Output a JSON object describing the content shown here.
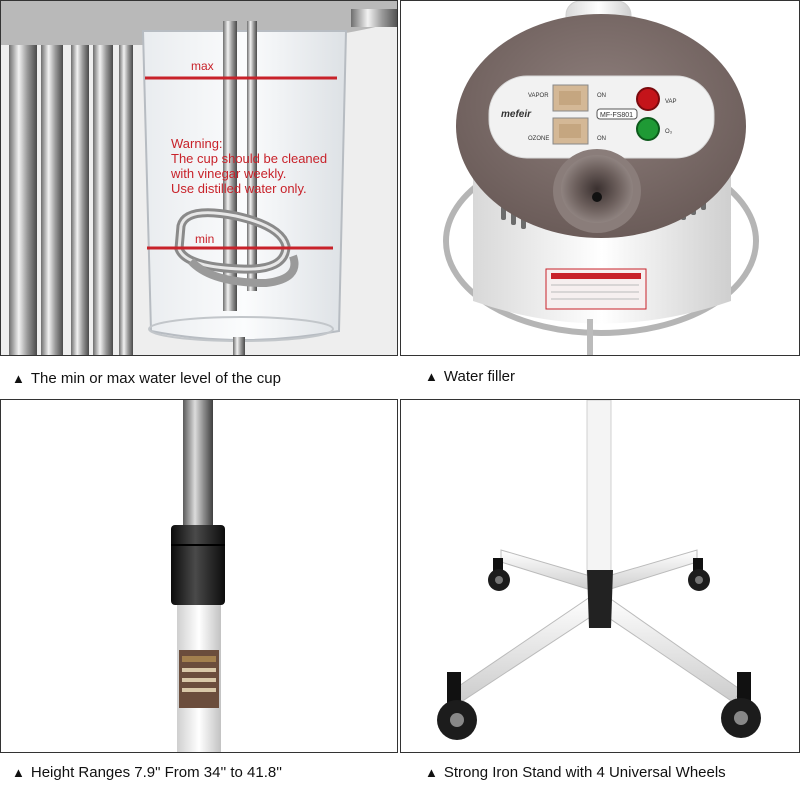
{
  "captions": {
    "cup_level": "The min or max water level of the cup",
    "water_filler": "Water filler",
    "height_range": "Height Ranges 7.9\" From 34'' to 41.8''",
    "stand": "Strong Iron Stand with 4 Universal Wheels"
  },
  "bullet": "▲",
  "cup": {
    "max_label": "max",
    "min_label": "min",
    "warning_line1": "Warning:",
    "warning_line2": "The cup should be cleaned",
    "warning_line3": "with vinegar weekly.",
    "warning_line4": "Use distilled water only."
  },
  "control_panel": {
    "brand": "mefeir",
    "vapor_label": "VAPOR",
    "ozone_label": "OZONE",
    "on_label_top": "ON",
    "on_label_bottom": "ON",
    "model": "MF-FS801",
    "vap_label": "VAP",
    "o3_label": "O₃"
  },
  "colors": {
    "warning_red": "#c8222a",
    "lid_brown": "#7b6b68",
    "indicator_red": "#c4141a",
    "indicator_green": "#1f9a35"
  }
}
